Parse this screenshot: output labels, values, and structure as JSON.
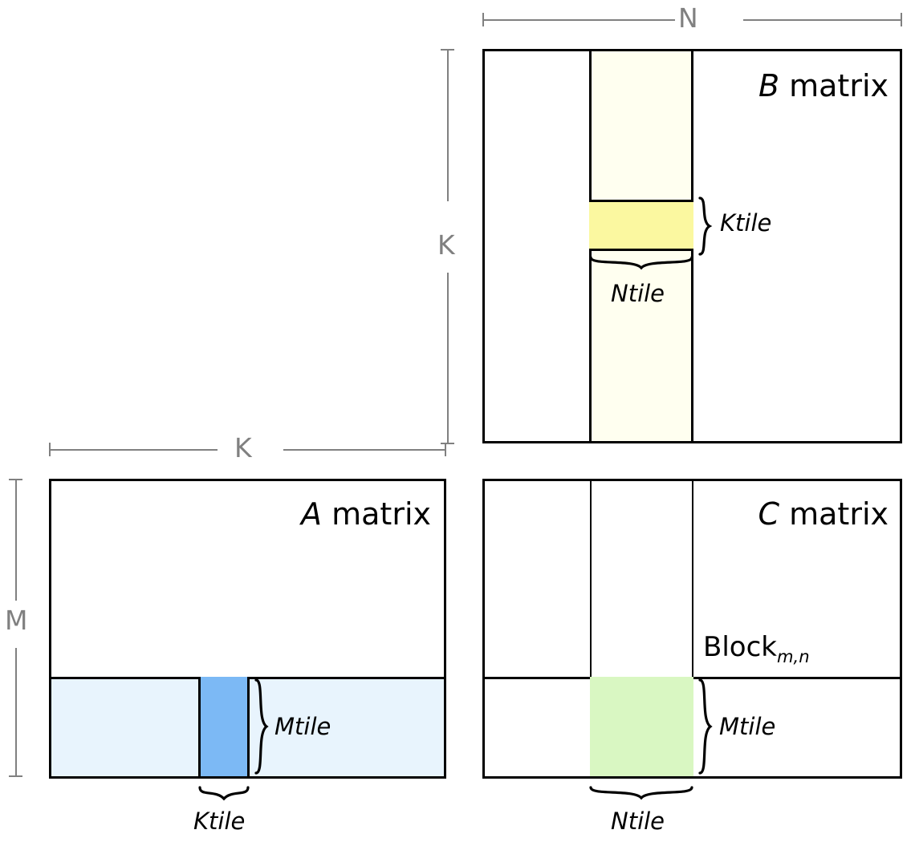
{
  "diagram": {
    "title": "Tiled matrix multiplication blocking diagram",
    "colors": {
      "outline": "#000000",
      "dimension_line": "#808080",
      "b_column_band": "#fffff0",
      "b_tile": "#fbf8a0",
      "a_row_band": "#e8f4fd",
      "a_tile": "#7cb9f5",
      "c_tile": "#d9f7c2"
    }
  },
  "dimensions": {
    "n_label": "N",
    "k_label_b": "K",
    "k_label_a": "K",
    "m_label": "M"
  },
  "matrices": {
    "b": {
      "name_italic": "B",
      "name_rest": " matrix",
      "tile_row_label": "Ktile",
      "tile_col_label": "Ntile"
    },
    "a": {
      "name_italic": "A",
      "name_rest": " matrix",
      "tile_row_label": "Mtile",
      "tile_col_label": "Ktile"
    },
    "c": {
      "name_italic": "C",
      "name_rest": " matrix",
      "block_label_base": "Block",
      "block_label_sub": "m,n",
      "tile_row_label": "Mtile",
      "tile_col_label": "Ntile"
    }
  }
}
